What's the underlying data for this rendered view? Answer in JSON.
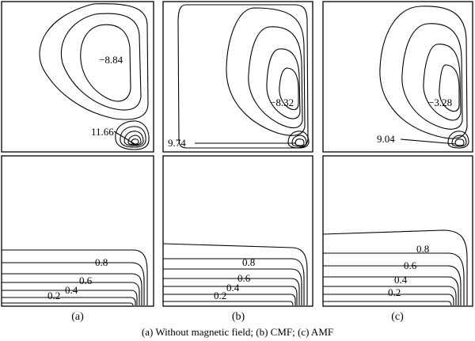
{
  "panels": [
    {
      "letter": "(a)",
      "stream_labels": {
        "core": "−8.84",
        "corner": "11.66"
      },
      "temp_labels": [
        "0.8",
        "0.6",
        "0.4",
        "0.2"
      ]
    },
    {
      "letter": "(b)",
      "stream_labels": {
        "core": "−8.32",
        "corner": "9.74"
      },
      "temp_labels": [
        "0.8",
        "0.6",
        "0.4",
        "0.2"
      ]
    },
    {
      "letter": "(c)",
      "stream_labels": {
        "core": "−3.28",
        "corner": "9.04"
      },
      "temp_labels": [
        "0.8",
        "0.6",
        "0.4",
        "0.2"
      ]
    }
  ],
  "caption": "(a) Without magnetic field;  (b) CMF; (c) AMF"
}
